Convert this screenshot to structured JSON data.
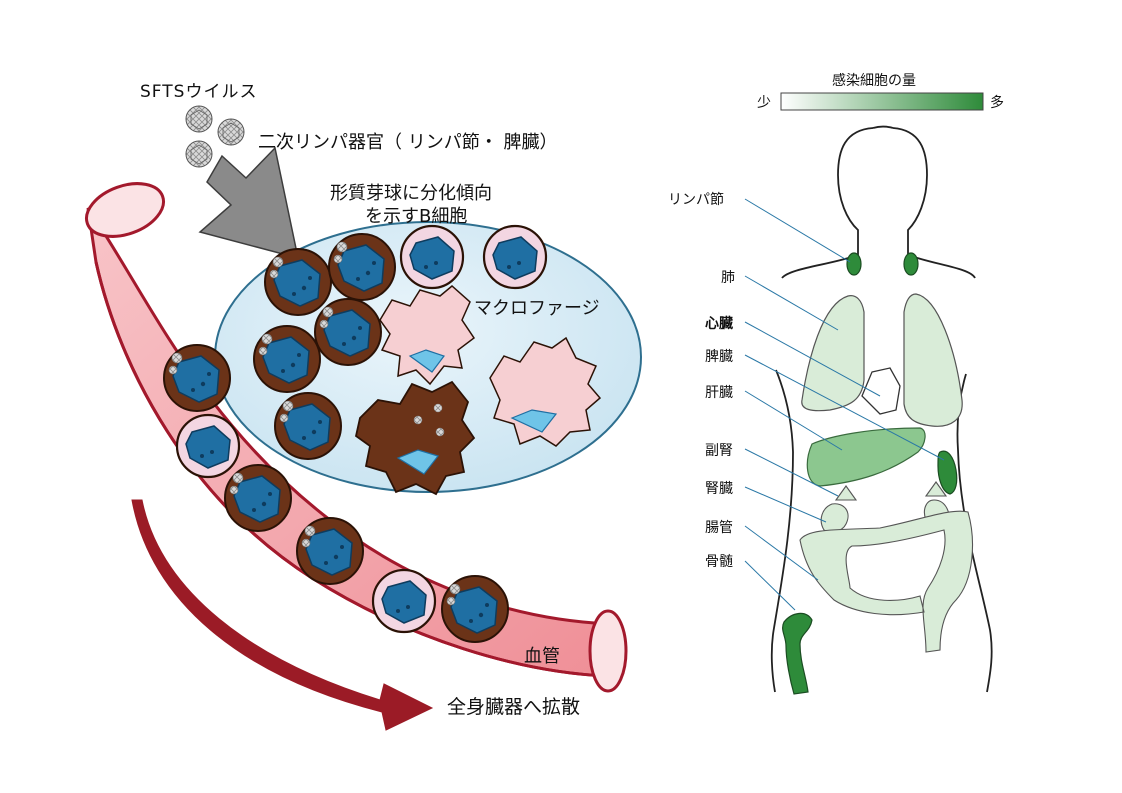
{
  "left_panel": {
    "virus_label": "SFTSウイルス",
    "organ_label": "二次リンパ器官（ リンパ節・ 脾臓）",
    "bcell_label_line1": "形質芽球に分化傾向",
    "bcell_label_line2": "を示すB細胞",
    "macrophage_label": "マクロファージ",
    "vessel_label": "血管",
    "spread_label": "全身臓器へ拡散"
  },
  "right_panel": {
    "legend": {
      "title": "感染細胞の量",
      "low": "少",
      "high": "多",
      "gradient_start": "#ffffff",
      "gradient_end": "#2e8b3a"
    },
    "organs": [
      {
        "label": "リンパ節",
        "level": "high"
      },
      {
        "label": "肺",
        "level": "low"
      },
      {
        "label": "心臓",
        "level": "none"
      },
      {
        "label": "脾臓",
        "level": "high"
      },
      {
        "label": "肝臓",
        "level": "medium"
      },
      {
        "label": "副腎",
        "level": "low"
      },
      {
        "label": "腎臓",
        "level": "low"
      },
      {
        "label": "腸管",
        "level": "low"
      },
      {
        "label": "骨髄",
        "level": "high"
      }
    ]
  },
  "colors": {
    "vessel": "#f4a7ac",
    "vessel_stroke": "#a3192c",
    "bubble": "#cfe7f3",
    "cell_brown": "#6b3318",
    "nucleus": "#1f6fa3",
    "macrophage": "#f6cfd2",
    "arrow_red": "#9b1b26",
    "organ_high": "#2e8b3a",
    "organ_medium": "#8cc78f",
    "organ_low": "#d9ecd8"
  }
}
